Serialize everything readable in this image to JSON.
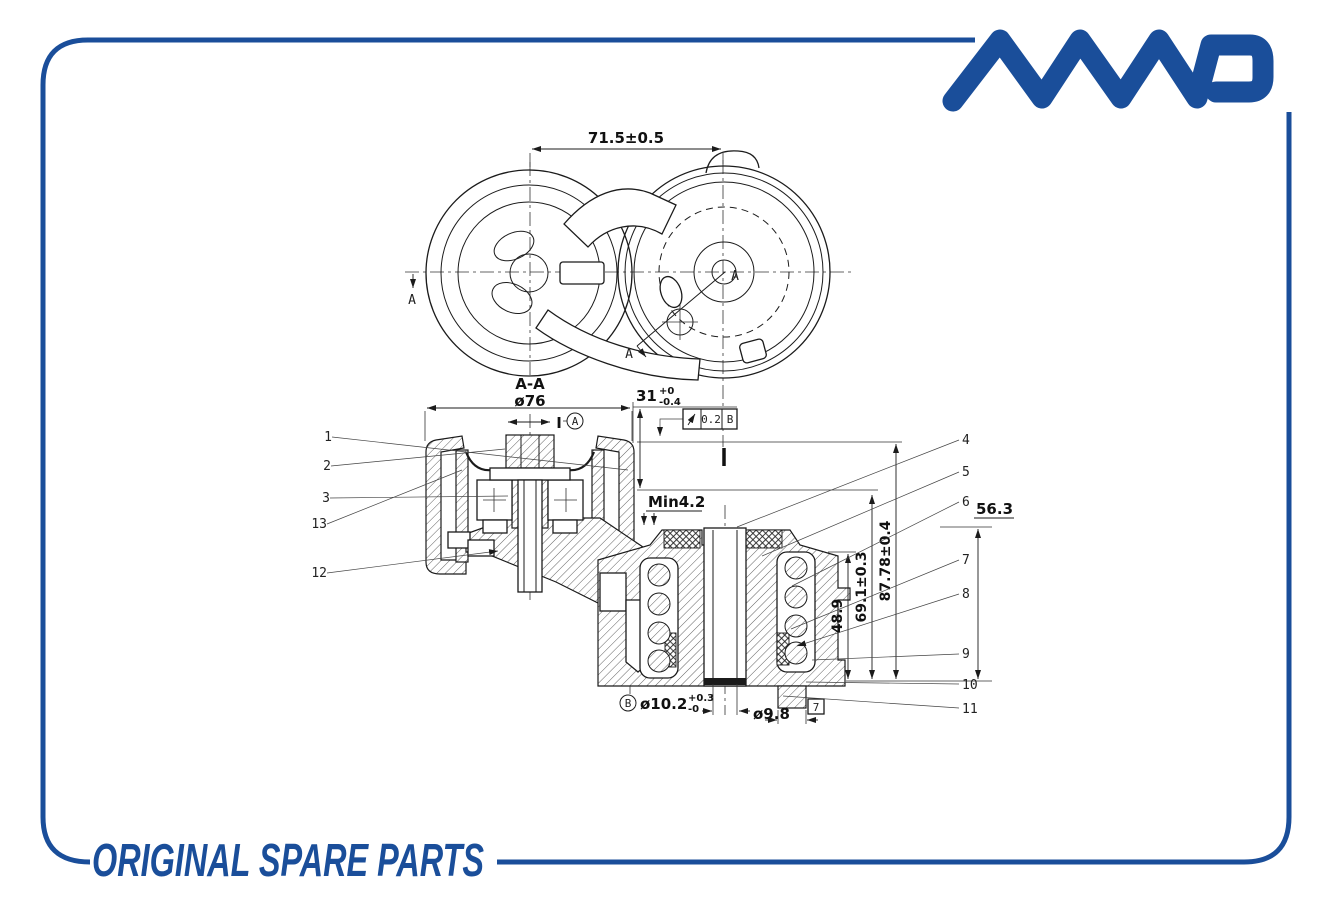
{
  "page": {
    "background": "#ffffff",
    "border_color": "#1a4e9a"
  },
  "brand": {
    "logo_text": "AMD",
    "tagline": "ORIGINAL SPARE PARTS",
    "accent": "#1a4e9a"
  },
  "drawing": {
    "top_view": {
      "dim_span": "71.5±0.5",
      "section_label": "A-A",
      "pulley_dia": "ø76",
      "cut_letter_left": "A",
      "cut_letter_mid": "A",
      "cut_letter_end": "A"
    },
    "section_view": {
      "dim_31": "31",
      "dim_31_upper": "+0",
      "dim_31_lower": "-0.4",
      "runout_value": "0.2",
      "runout_datum": "B",
      "detail_mark": "I",
      "datum_a": "A",
      "min_gap": "Min4.2",
      "dim_563": "56.3",
      "dim_8778": "87.78±0.4",
      "dim_691": "69.1±0.3",
      "dim_489": "48.9",
      "datum_b": "B",
      "bore_dia": "ø10.2",
      "bore_upper": "+0.3",
      "bore_lower": "-0",
      "pin_dia": "ø9.8",
      "pin_len": "7"
    },
    "balloons_left": [
      "1",
      "2",
      "3",
      "13",
      "12"
    ],
    "balloons_right": [
      "4",
      "5",
      "6",
      "7",
      "8",
      "9",
      "10",
      "11"
    ]
  }
}
